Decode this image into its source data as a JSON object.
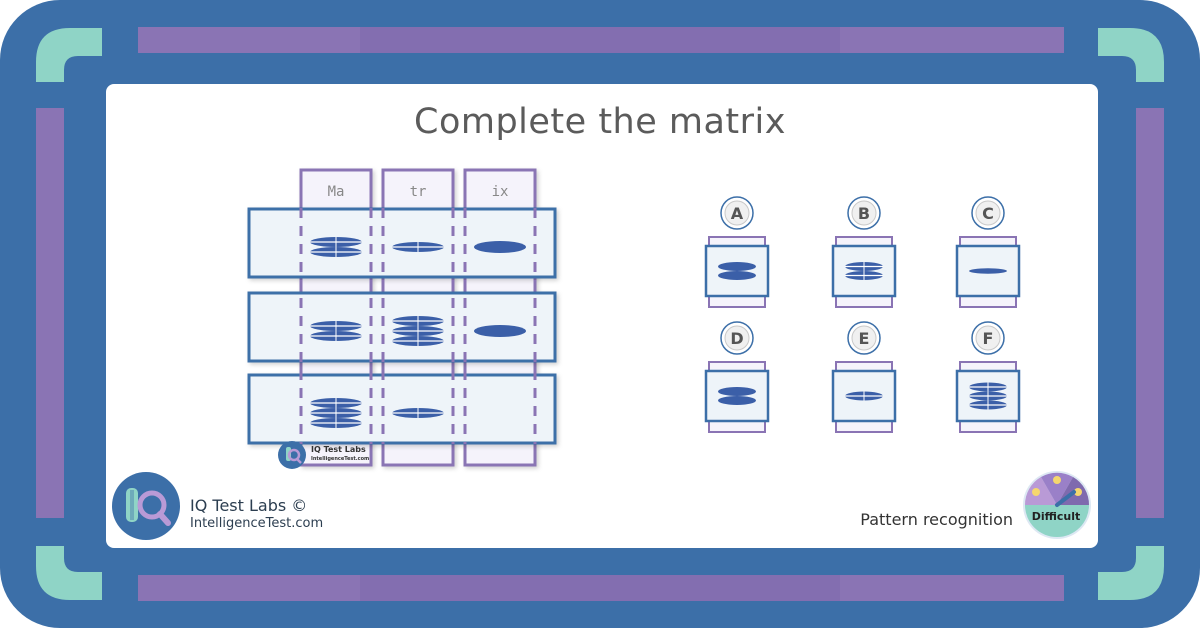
{
  "title": "Complete the matrix",
  "column_headers": [
    "Ma",
    "tr",
    "ix"
  ],
  "matrix": {
    "rows": [
      [
        {
          "ellipses": 2,
          "style": "split"
        },
        {
          "ellipses": 1,
          "style": "split"
        },
        {
          "ellipses": 1,
          "style": "solid"
        }
      ],
      [
        {
          "ellipses": 2,
          "style": "split"
        },
        {
          "ellipses": 3,
          "style": "split"
        },
        {
          "ellipses": 1,
          "style": "solid"
        }
      ],
      [
        {
          "ellipses": 3,
          "style": "split"
        },
        {
          "ellipses": 1,
          "style": "split"
        },
        {
          "ellipses": 0,
          "style": "missing"
        }
      ]
    ]
  },
  "options": [
    {
      "label": "A",
      "ellipses": 2,
      "style": "solid"
    },
    {
      "label": "B",
      "ellipses": 2,
      "style": "split"
    },
    {
      "label": "C",
      "ellipses": 1,
      "style": "thin"
    },
    {
      "label": "D",
      "ellipses": 2,
      "style": "solid"
    },
    {
      "label": "E",
      "ellipses": 1,
      "style": "split"
    },
    {
      "label": "F",
      "ellipses": 3,
      "style": "split"
    }
  ],
  "brand": {
    "name": "IQ Test Labs ©",
    "url": "IntelligenceTest.com",
    "mini_name": "IQ Test Labs",
    "mini_url": "IntelligenceTest.com",
    "icon": "magnifier-flask-icon"
  },
  "category": "Pattern recognition",
  "difficulty": "Difficult",
  "colors": {
    "frame_blue": "#3c6fa8",
    "frame_purple": "#8a74b4",
    "corner_teal": "#8fd4c6",
    "cell_fill": "#eef4f9",
    "ellipse_blue": "#3b5fa8",
    "header_fill": "#f5f3fb"
  }
}
